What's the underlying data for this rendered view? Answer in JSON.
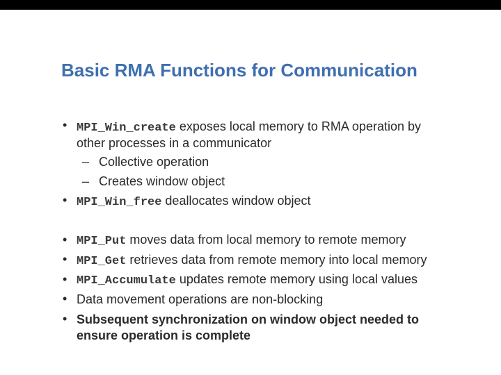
{
  "slide": {
    "title": "Basic RMA Functions for Communication",
    "bullet_glyph": "•",
    "dash_glyph": "–",
    "items": [
      {
        "code": "MPI_Win_create",
        "text_line1": " exposes local memory to RMA operation by",
        "text_line2": "other processes in a communicator",
        "subitems": [
          "Collective operation",
          "Creates window object"
        ]
      },
      {
        "code": "MPI_Win_free",
        "text": " deallocates window object"
      },
      {
        "code": "MPI_Put",
        "text": " moves data from local memory to remote memory"
      },
      {
        "code": "MPI_Get",
        "text": " retrieves data from remote memory into local memory"
      },
      {
        "code": "MPI_Accumulate",
        "text": " updates remote memory using local values"
      },
      {
        "text": "Data movement operations are non-blocking"
      },
      {
        "text_line1": "Subsequent synchronization on window object needed to",
        "text_line2": "ensure operation is complete"
      }
    ]
  }
}
